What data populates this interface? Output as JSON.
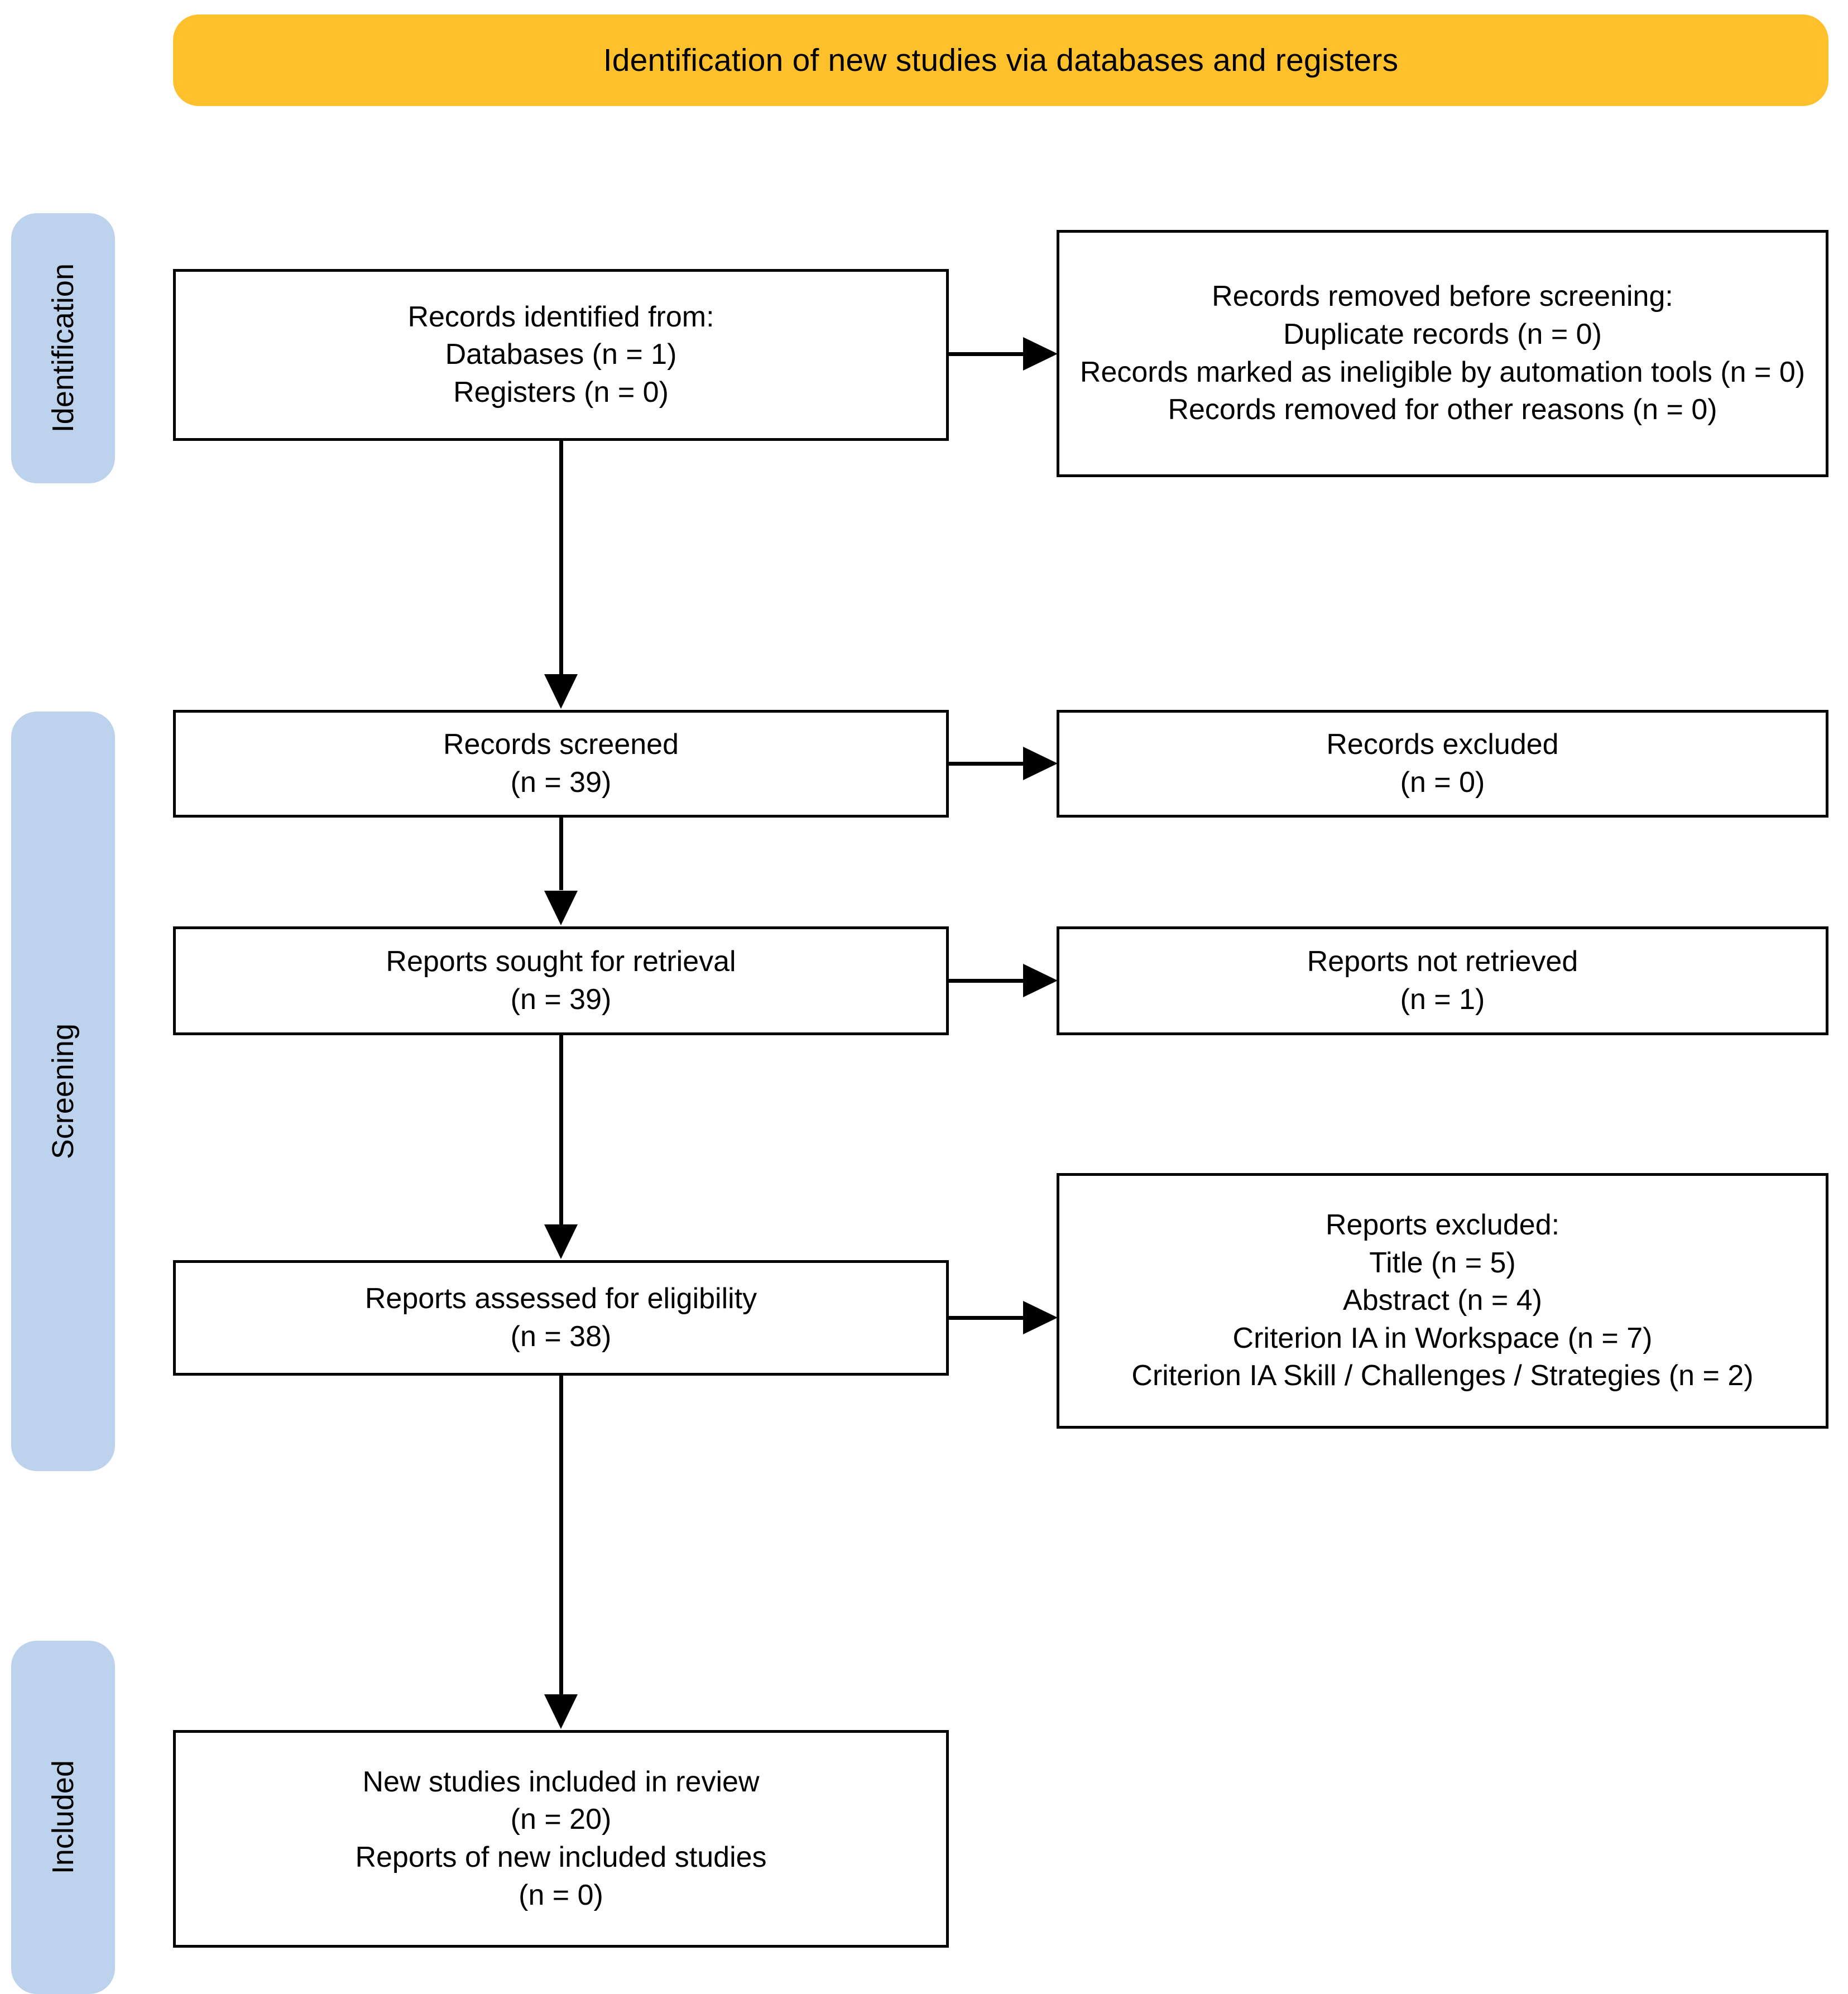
{
  "banner": {
    "title": "Identification of new studies via databases and registers",
    "color": "#ffc12b"
  },
  "stages": {
    "color": "#bdd3ed",
    "identification": "Identification",
    "screening": "Screening",
    "included": "Included"
  },
  "boxes": {
    "identified": {
      "lines": [
        "Records identified from:",
        "Databases (n = 1)",
        "Registers (n = 0)"
      ]
    },
    "removed_before_screening": {
      "lines": [
        "Records removed before screening:",
        "Duplicate records (n = 0)",
        "Records marked as ineligible by automation tools (n = 0)",
        "Records removed for other reasons (n = 0)"
      ]
    },
    "records_screened": {
      "lines": [
        "Records screened",
        "(n = 39)"
      ]
    },
    "records_excluded": {
      "lines": [
        "Records excluded",
        "(n = 0)"
      ]
    },
    "reports_sought": {
      "lines": [
        "Reports sought for retrieval",
        "(n = 39)"
      ]
    },
    "reports_not_retrieved": {
      "lines": [
        "Reports not retrieved",
        "(n = 1)"
      ]
    },
    "reports_assessed": {
      "lines": [
        "Reports assessed for eligibility",
        "(n = 38)"
      ]
    },
    "reports_excluded": {
      "lines": [
        "Reports excluded:",
        "Title (n = 5)",
        "Abstract (n = 4)",
        "Criterion IA in Workspace (n = 7)",
        "Criterion IA Skill / Challenges / Strategies (n = 2)"
      ]
    },
    "new_studies_included": {
      "lines": [
        "New studies included in review",
        "(n = 20)",
        "Reports of new included studies",
        "(n = 0)"
      ]
    }
  }
}
